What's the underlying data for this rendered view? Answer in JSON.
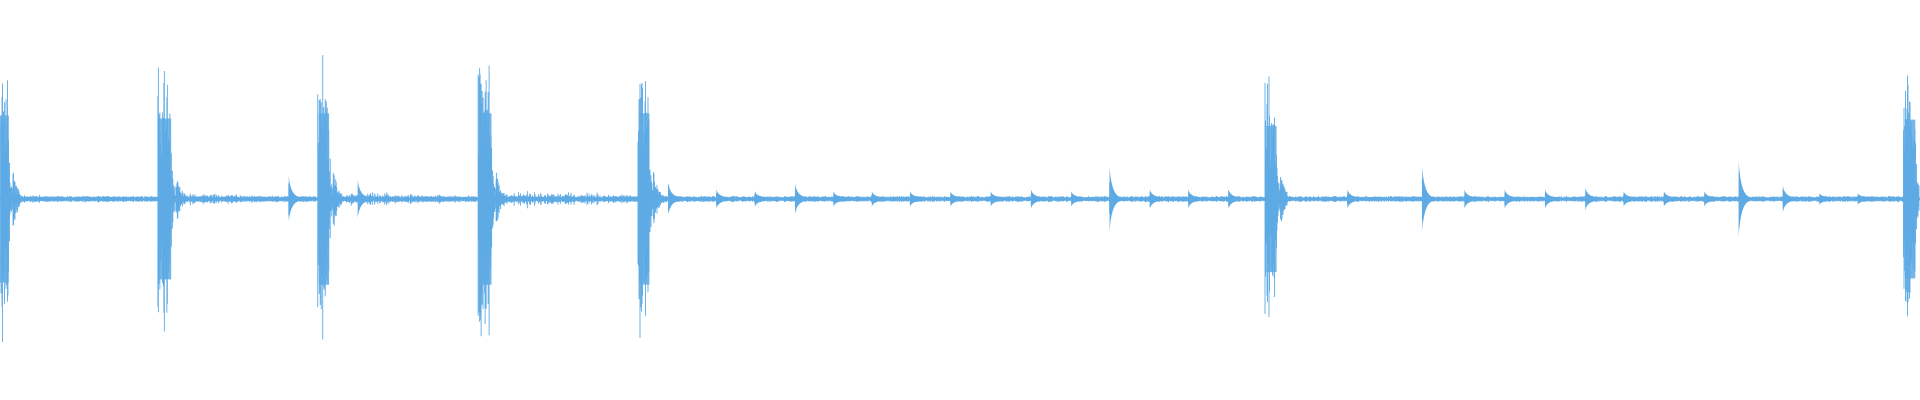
{
  "chart_data": {
    "type": "area",
    "title": "",
    "xlabel": "",
    "ylabel": "",
    "ylim": [
      -1,
      1
    ],
    "grid": false,
    "legend": "none",
    "color": "#5eaae4",
    "baseline_amplitude": 0.012,
    "x_range": [
      0,
      1
    ],
    "transients": [
      {
        "t": 0.0,
        "amp": 0.8,
        "width": 0.006,
        "tail": 0.004
      },
      {
        "t": 0.084,
        "amp": 0.77,
        "width": 0.007,
        "tail": 0.01
      },
      {
        "t": 0.167,
        "amp": 0.82,
        "width": 0.006,
        "tail": 0.006
      },
      {
        "t": 0.251,
        "amp": 0.82,
        "width": 0.007,
        "tail": 0.012
      },
      {
        "t": 0.334,
        "amp": 0.82,
        "width": 0.006,
        "tail": 0.006
      },
      {
        "t": 0.661,
        "amp": 0.7,
        "width": 0.006,
        "tail": 0.004
      },
      {
        "t": 0.994,
        "amp": 0.76,
        "width": 0.006,
        "tail": 0.004
      }
    ],
    "noise_regions": [
      {
        "start": 0.008,
        "end": 0.08,
        "amp": 0.03
      },
      {
        "start": 0.09,
        "end": 0.163,
        "amp": 0.04
      },
      {
        "start": 0.172,
        "end": 0.247,
        "amp": 0.045
      },
      {
        "start": 0.256,
        "end": 0.33,
        "amp": 0.06
      },
      {
        "start": 0.34,
        "end": 0.36,
        "amp": 0.03
      },
      {
        "start": 0.667,
        "end": 0.69,
        "amp": 0.02
      }
    ],
    "clicks": [
      {
        "t": 0.15,
        "amp": 0.12
      },
      {
        "t": 0.186,
        "amp": 0.1
      },
      {
        "t": 0.348,
        "amp": 0.08
      },
      {
        "t": 0.373,
        "amp": 0.05
      },
      {
        "t": 0.393,
        "amp": 0.04
      },
      {
        "t": 0.414,
        "amp": 0.08
      },
      {
        "t": 0.434,
        "amp": 0.04
      },
      {
        "t": 0.454,
        "amp": 0.04
      },
      {
        "t": 0.474,
        "amp": 0.04
      },
      {
        "t": 0.495,
        "amp": 0.04
      },
      {
        "t": 0.516,
        "amp": 0.04
      },
      {
        "t": 0.537,
        "amp": 0.05
      },
      {
        "t": 0.558,
        "amp": 0.04
      },
      {
        "t": 0.578,
        "amp": 0.17
      },
      {
        "t": 0.599,
        "amp": 0.05
      },
      {
        "t": 0.619,
        "amp": 0.05
      },
      {
        "t": 0.64,
        "amp": 0.05
      },
      {
        "t": 0.702,
        "amp": 0.05
      },
      {
        "t": 0.741,
        "amp": 0.17
      },
      {
        "t": 0.763,
        "amp": 0.05
      },
      {
        "t": 0.784,
        "amp": 0.05
      },
      {
        "t": 0.805,
        "amp": 0.05
      },
      {
        "t": 0.826,
        "amp": 0.06
      },
      {
        "t": 0.846,
        "amp": 0.04
      },
      {
        "t": 0.867,
        "amp": 0.04
      },
      {
        "t": 0.888,
        "amp": 0.04
      },
      {
        "t": 0.906,
        "amp": 0.2
      },
      {
        "t": 0.929,
        "amp": 0.07
      },
      {
        "t": 0.948,
        "amp": 0.03
      },
      {
        "t": 0.968,
        "amp": 0.03
      }
    ]
  }
}
